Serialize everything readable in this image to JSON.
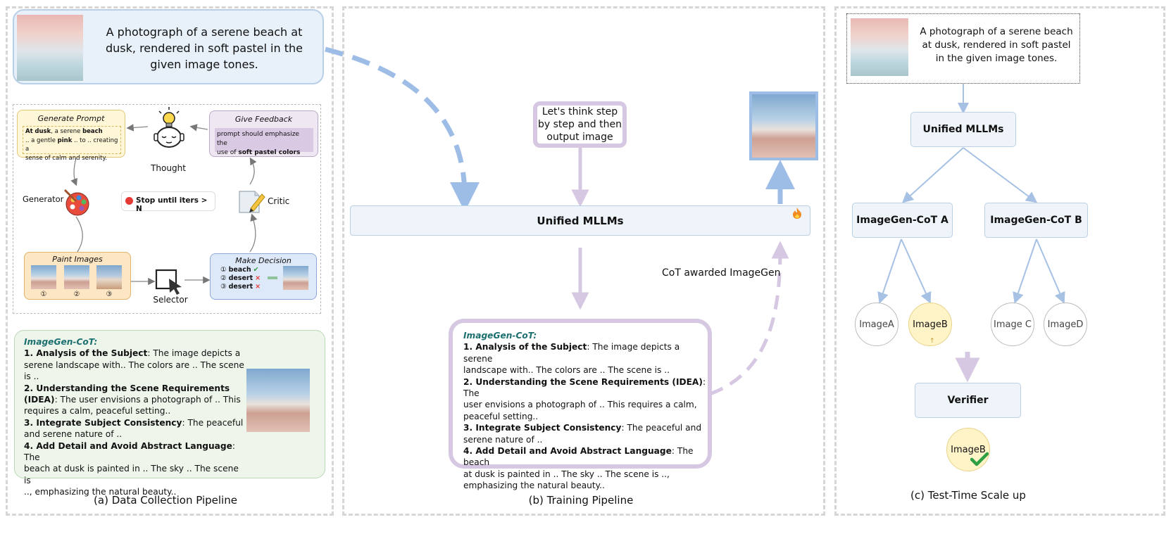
{
  "prompt_text": "A photograph of a serene beach at dusk, rendered in soft pastel in the given image tones.",
  "panel_a": {
    "caption": "(a) Data Collection Pipeline",
    "generate_prompt": {
      "title": "Generate Prompt",
      "l1_a": "At",
      "l1_b": "dusk",
      "l1_c": ", a serene",
      "l1_d": "beach",
      "l2_a": ".. a gentle",
      "l2_b": "pink",
      "l2_c": ".. to .. creating a",
      "l3": "sense of calm and serenity."
    },
    "thought_label": "Thought",
    "give_feedback": {
      "title": "Give Feedback",
      "l1": "prompt should emphasize the",
      "l2_a": "use of",
      "l2_b": "soft pastel colors"
    },
    "generator_label": "Generator",
    "stop_label": "Stop until iters > N",
    "critic_label": "Critic",
    "paint_images": {
      "title": "Paint Images",
      "n1": "①",
      "n2": "②",
      "n3": "③"
    },
    "selector_label": "Selector",
    "make_decision": {
      "title": "Make Decision",
      "o1_num": "①",
      "o1_label": "beach",
      "o1_mark": "✔",
      "o2_num": "②",
      "o2_label": "desert",
      "o2_mark": "×",
      "o3_num": "③",
      "o3_label": "desert",
      "o3_mark": "×"
    },
    "cot": {
      "header": "ImageGen-CoT:",
      "h1": "1. Analysis of the Subject",
      "t1a": ": The image depicts a",
      "t1b": "serene landscape with..  The colors are .. The scene",
      "t1c": "is ..",
      "h2a": "2. Understanding the Scene Requirements",
      "h2b": "(IDEA)",
      "t2a": ": The user envisions a photograph of .. This",
      "t2b": "requires a calm, peaceful setting..",
      "h3": "3. Integrate Subject Consistency",
      "t3a": ": The peaceful",
      "t3b": "and serene nature of ..",
      "h4": "4. Add Detail and Avoid Abstract Language",
      "t4a": ": The",
      "t4b": "beach at dusk is painted in .. The sky .. The scene is",
      "t4c": "..,  emphasizing the natural beauty.."
    }
  },
  "panel_b": {
    "caption": "(b) Training Pipeline",
    "think_l1": "Let's think step",
    "think_l2": "by step and then",
    "think_l3": "output image",
    "mllm_label": "Unified MLLMs",
    "fire_icon": "fire-icon",
    "reward_label": "CoT awarded ImageGen",
    "cot": {
      "header": "ImageGen-CoT:",
      "h1": "1. Analysis of the Subject",
      "t1a": ": The image depicts a serene",
      "t1b": "landscape with..  The colors are .. The scene is ..",
      "h2": "2. Understanding the Scene Requirements (IDEA)",
      "t2a": ": The",
      "t2b": "user envisions a photograph of .. This requires a calm,",
      "t2c": "peaceful setting..",
      "h3": "3. Integrate Subject Consistency",
      "t3a": ": The peaceful and",
      "t3b": "serene nature of ..",
      "h4": "4. Add Detail and Avoid Abstract Language",
      "t4a": ": The beach",
      "t4b": "at dusk is painted in .. The sky .. The scene is ..,",
      "t4c": "emphasizing the natural beauty.."
    }
  },
  "panel_c": {
    "caption": "(c) Test-Time Scale up",
    "prompt_l1": "A photograph of a serene beach",
    "prompt_l2": "at dusk, rendered in soft pastel",
    "prompt_l3": "in the given image tones.",
    "mllm_label": "Unified MLLMs",
    "cot_a": "ImageGen-CoT A",
    "cot_b": "ImageGen-CoT B",
    "image_a": "ImageA",
    "image_b": "ImageB",
    "image_c": "Image C",
    "image_d": "ImageD",
    "verifier": "Verifier",
    "result": "ImageB",
    "check_icon": "check-icon"
  },
  "colors": {
    "prompt_box": "#e8f1fa",
    "dashed_arrow": "#9ebde6",
    "purple": "#d6c8e2",
    "blue_border": "#aac4e4",
    "yellow": "#fff3c8",
    "green_box": "#eef6ec",
    "cot_text": "#1c6f6f"
  }
}
